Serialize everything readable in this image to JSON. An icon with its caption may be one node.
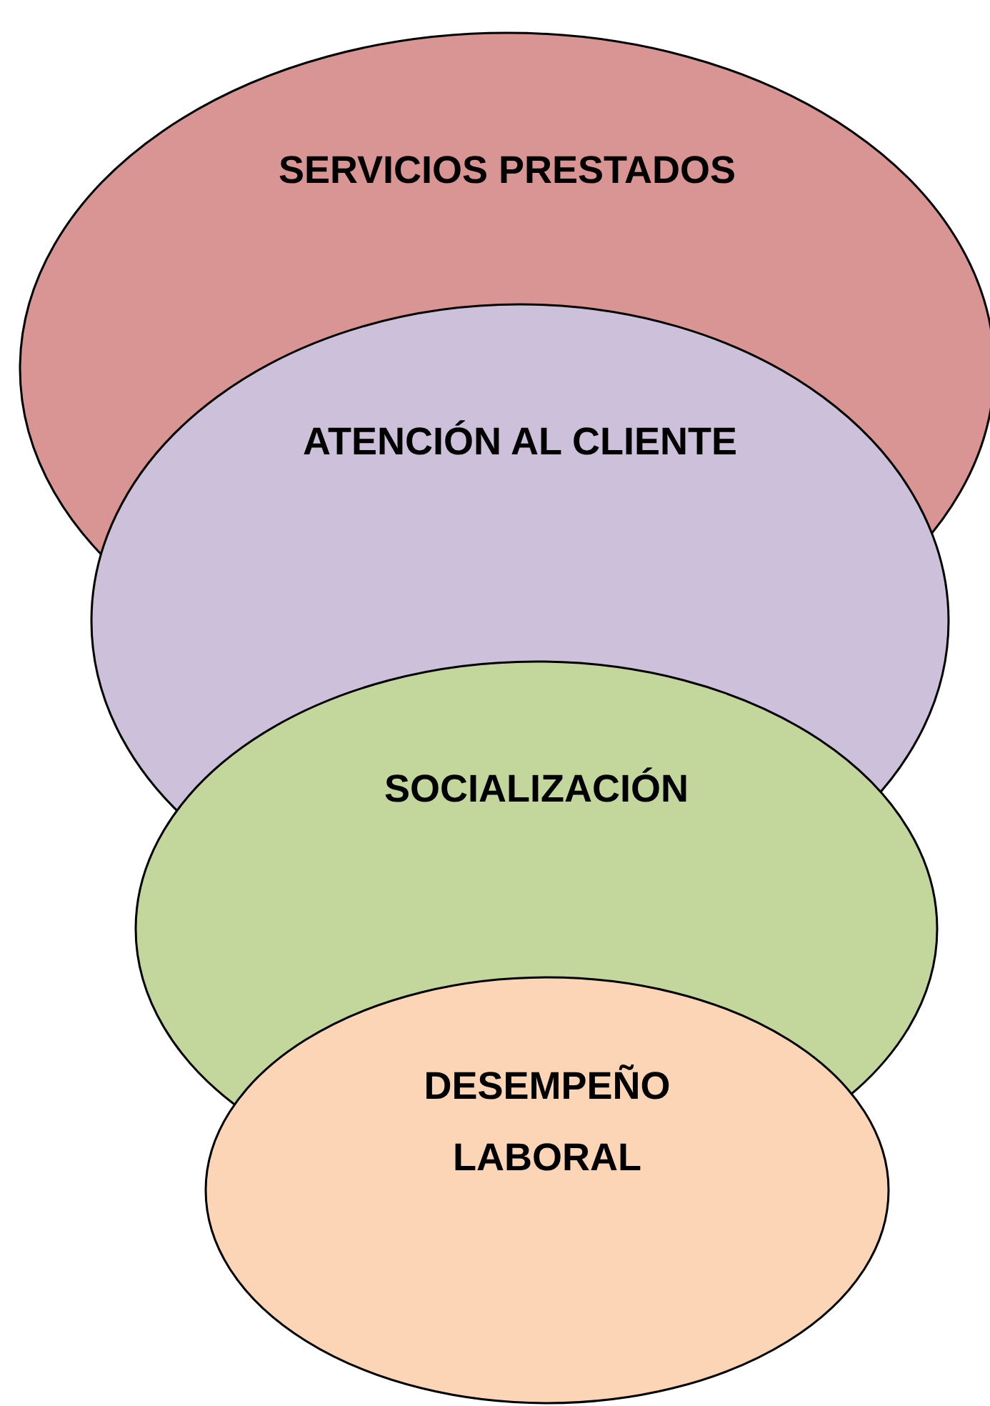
{
  "diagram": {
    "nodes": [
      {
        "text": [
          "SERVICIOS PRESTADOS"
        ]
      },
      {
        "text": [
          "ATENCIÓN AL CLIENTE"
        ]
      },
      {
        "text": [
          "SOCIALIZACIÓN"
        ]
      },
      {
        "text": [
          "DESEMPEÑO LABORAL"
        ]
      }
    ],
    "edges": []
  }
}
